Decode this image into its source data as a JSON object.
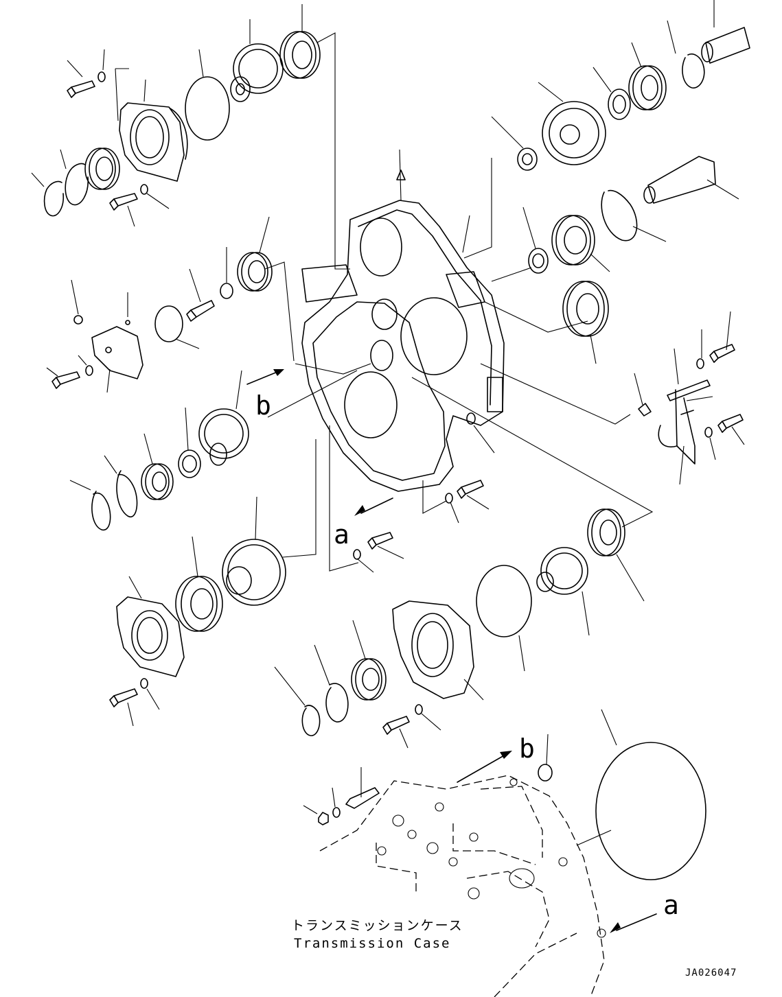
{
  "diagram": {
    "refs": {
      "b_top": "b",
      "a_left": "a",
      "b_bottom": "b",
      "a_right": "a"
    },
    "caption": {
      "japanese": "トランスミッションケース",
      "english": "Transmission Case"
    },
    "drawing_code": "JA026047"
  }
}
